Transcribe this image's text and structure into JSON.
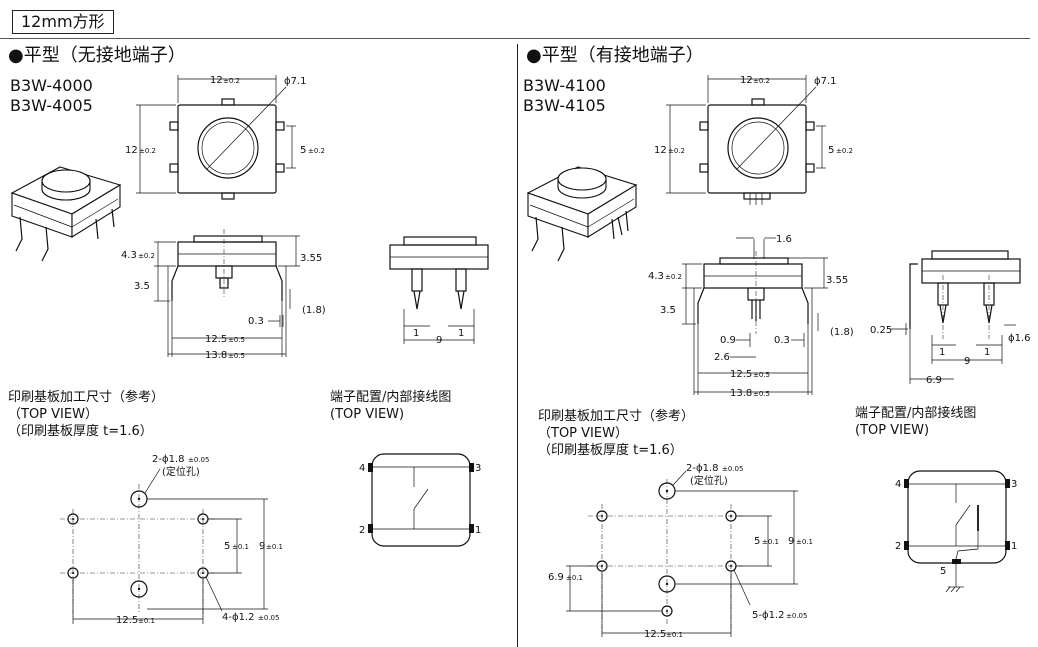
{
  "section_title": "12mm方形",
  "left": {
    "title": "●平型（无接地端子）",
    "models": [
      "B3W-4000",
      "B3W-4005"
    ],
    "dims": {
      "top_w": "12",
      "top_w_tol": "±0.2",
      "phi": "ϕ7.1",
      "top_h": "12",
      "top_h_tol": "±0.2",
      "pin_pitch": "5",
      "pin_pitch_tol": "±0.2",
      "side_h": "4.3",
      "side_h_tol": "±0.2",
      "d355": "3.55",
      "d35": "3.5",
      "d18": "(1.8)",
      "d03": "0.3",
      "w125": "12.5",
      "w125_tol": "±0.5",
      "w138": "13.8",
      "w138_tol": "±0.5",
      "e1a": "1",
      "e1b": "1",
      "e9": "9"
    },
    "pcb_note": "印刷基板加工尺寸（参考）\n（TOP VIEW）\n（印刷基板厚度 t=1.6）",
    "terminal_note": "端子配置/内部接线图\n(TOP VIEW)",
    "pcb": {
      "hole_label": "2-ϕ1.8",
      "hole_tol": "±0.05",
      "locate": "(定位孔)",
      "d5": "5",
      "d5_tol": "±0.1",
      "d9": "9",
      "d9_tol": "±0.1",
      "d125": "12.5",
      "d125_tol": "±0.1",
      "pin_label": "4-ϕ1.2",
      "pin_tol": "±0.05"
    },
    "terminals": [
      "4",
      "3",
      "2",
      "1"
    ]
  },
  "right": {
    "title": "●平型（有接地端子）",
    "models": [
      "B3W-4100",
      "B3W-4105"
    ],
    "dims": {
      "top_w": "12",
      "top_w_tol": "±0.2",
      "phi": "ϕ7.1",
      "top_h": "12",
      "top_h_tol": "±0.2",
      "pin_pitch": "5",
      "pin_pitch_tol": "±0.2",
      "d16": "1.6",
      "side_h": "4.3",
      "side_h_tol": "±0.2",
      "d355": "3.55",
      "d35": "3.5",
      "d18": "(1.8)",
      "d09": "0.9",
      "d03": "0.3",
      "d26": "2.6",
      "w125": "12.5",
      "w125_tol": "±0.5",
      "w138": "13.8",
      "w138_tol": "±0.5",
      "d025": "0.25",
      "e1a": "1",
      "e1b": "1",
      "e9": "9",
      "d69": "6.9",
      "phi16": "ϕ1.6"
    },
    "pcb_note": "印刷基板加工尺寸（参考）\n（TOP VIEW）\n（印刷基板厚度 t=1.6）",
    "terminal_note": "端子配置/内部接线图\n(TOP VIEW)",
    "pcb": {
      "hole_label": "2-ϕ1.8",
      "hole_tol": "±0.05",
      "locate": "(定位孔)",
      "d5": "5",
      "d5_tol": "±0.1",
      "d9": "9",
      "d9_tol": "±0.1",
      "d69": "6.9",
      "d69_tol": "±0.1",
      "d125": "12.5",
      "d125_tol": "±0.1",
      "pin_label": "5-ϕ1.2",
      "pin_tol": "±0.05"
    },
    "terminals": [
      "4",
      "3",
      "2",
      "1",
      "5"
    ]
  }
}
